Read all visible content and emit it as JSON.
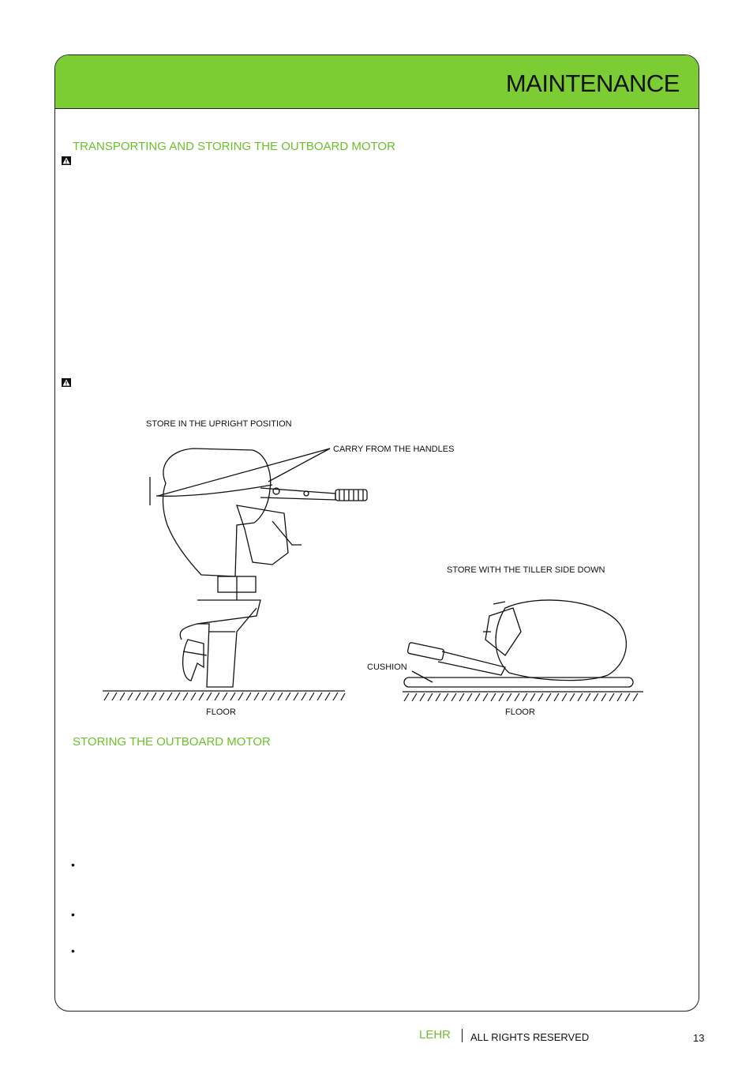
{
  "header": {
    "title": "MAINTENANCE"
  },
  "sections": {
    "transport_heading": "TRANSPORTING AND STORING THE OUTBOARD MOTOR",
    "storing_heading": "STORING THE OUTBOARD MOTOR"
  },
  "warnings": {
    "icon": "warning-triangle-icon"
  },
  "figures": {
    "upright_label": "STORE IN THE UPRIGHT POSITION",
    "handles_label": "CARRY FROM THE HANDLES",
    "tiller_label": "STORE WITH THE TILLER SIDE DOWN",
    "cushion_label": "CUSHION",
    "floor_left_label": "FLOOR",
    "floor_right_label": "FLOOR"
  },
  "bullets": [
    "•",
    "•",
    "•"
  ],
  "footer": {
    "brand": "LEHR",
    "rights": "ALL RIGHTS RESERVED",
    "page_number": "13"
  },
  "colors": {
    "accent": "#7ccd33",
    "heading_text": "#6cbf2a"
  }
}
